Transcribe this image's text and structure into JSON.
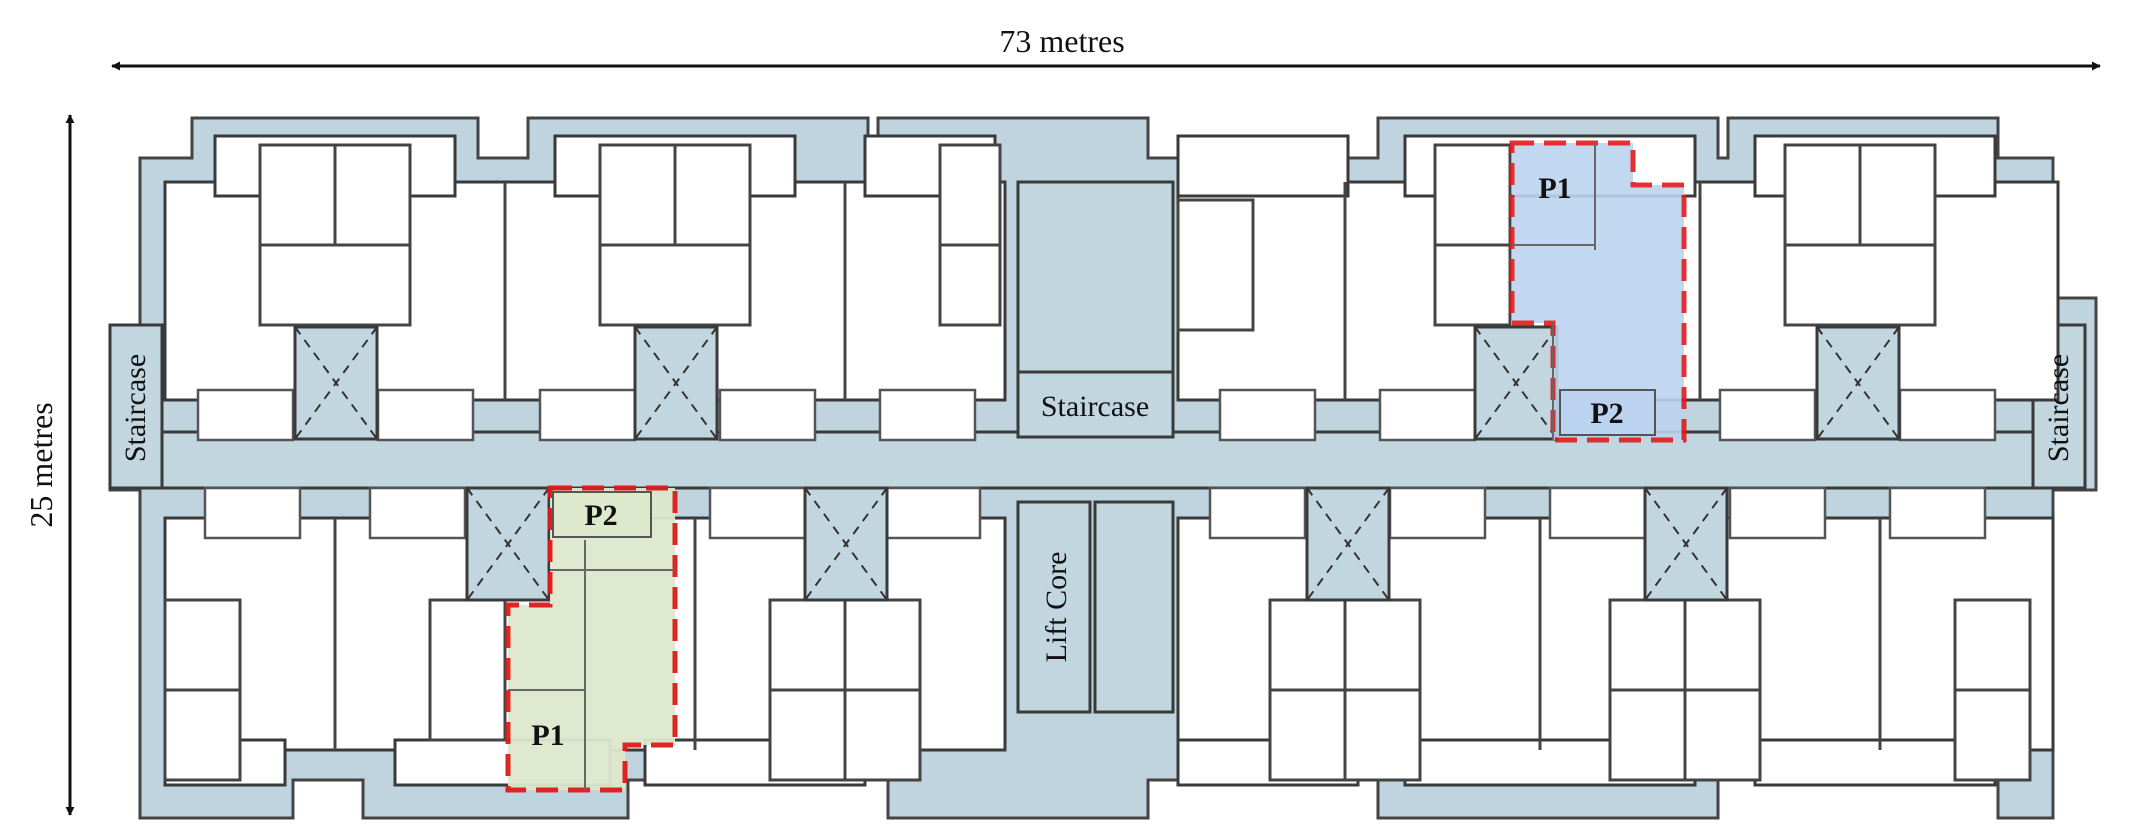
{
  "dimensions": {
    "width_label": "73 metres",
    "depth_label": "25 metres"
  },
  "labels": {
    "staircase_left": "Staircase",
    "staircase_center": "Staircase",
    "staircase_right": "Staircase",
    "lift_core": "Lift Core"
  },
  "zones": {
    "blue_p1": "P1",
    "blue_p2": "P2",
    "green_p1": "P1",
    "green_p2": "P2"
  },
  "colors": {
    "slab": "#bfd4de",
    "blue_zone": "#bcd3ef",
    "green_zone": "#dde8cd",
    "highlight_border": "#e01a1a",
    "arrow": "#111111"
  }
}
